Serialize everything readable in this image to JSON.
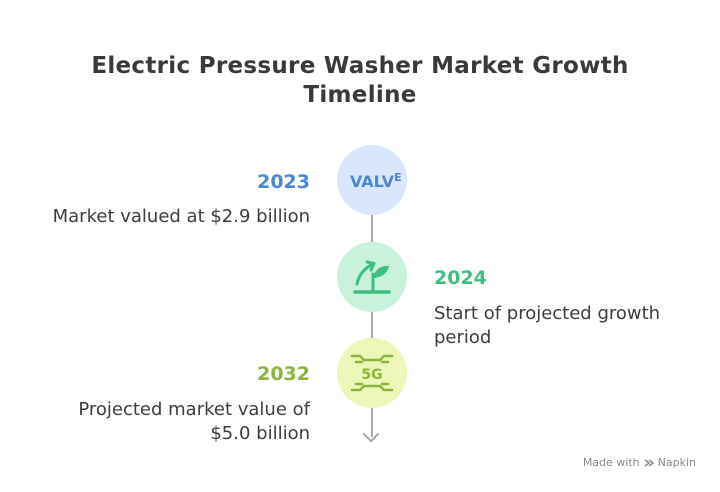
{
  "title": {
    "line1": "Electric Pressure Washer Market Growth",
    "line2": "Timeline"
  },
  "events": [
    {
      "year": "2023",
      "description": "Market valued at $2.9 billion",
      "icon": "valve-text-icon",
      "icon_text": "VALVE",
      "color": "#4a86d9",
      "circle_color": "#d9e6fb"
    },
    {
      "year": "2024",
      "description_line1": "Start of projected growth",
      "description_line2": "period",
      "icon": "growing-plant-icon",
      "color": "#3fbf7f",
      "circle_color": "#c9f2dc"
    },
    {
      "year": "2032",
      "description_line1": "Projected market value of",
      "description_line2": "$5.0 billion",
      "icon": "5g-signal-icon",
      "icon_text": "5G",
      "color": "#8ab43a",
      "circle_color": "#ecf7b9"
    }
  ],
  "footer": {
    "made_with": "Made with",
    "brand": "Napkin"
  }
}
